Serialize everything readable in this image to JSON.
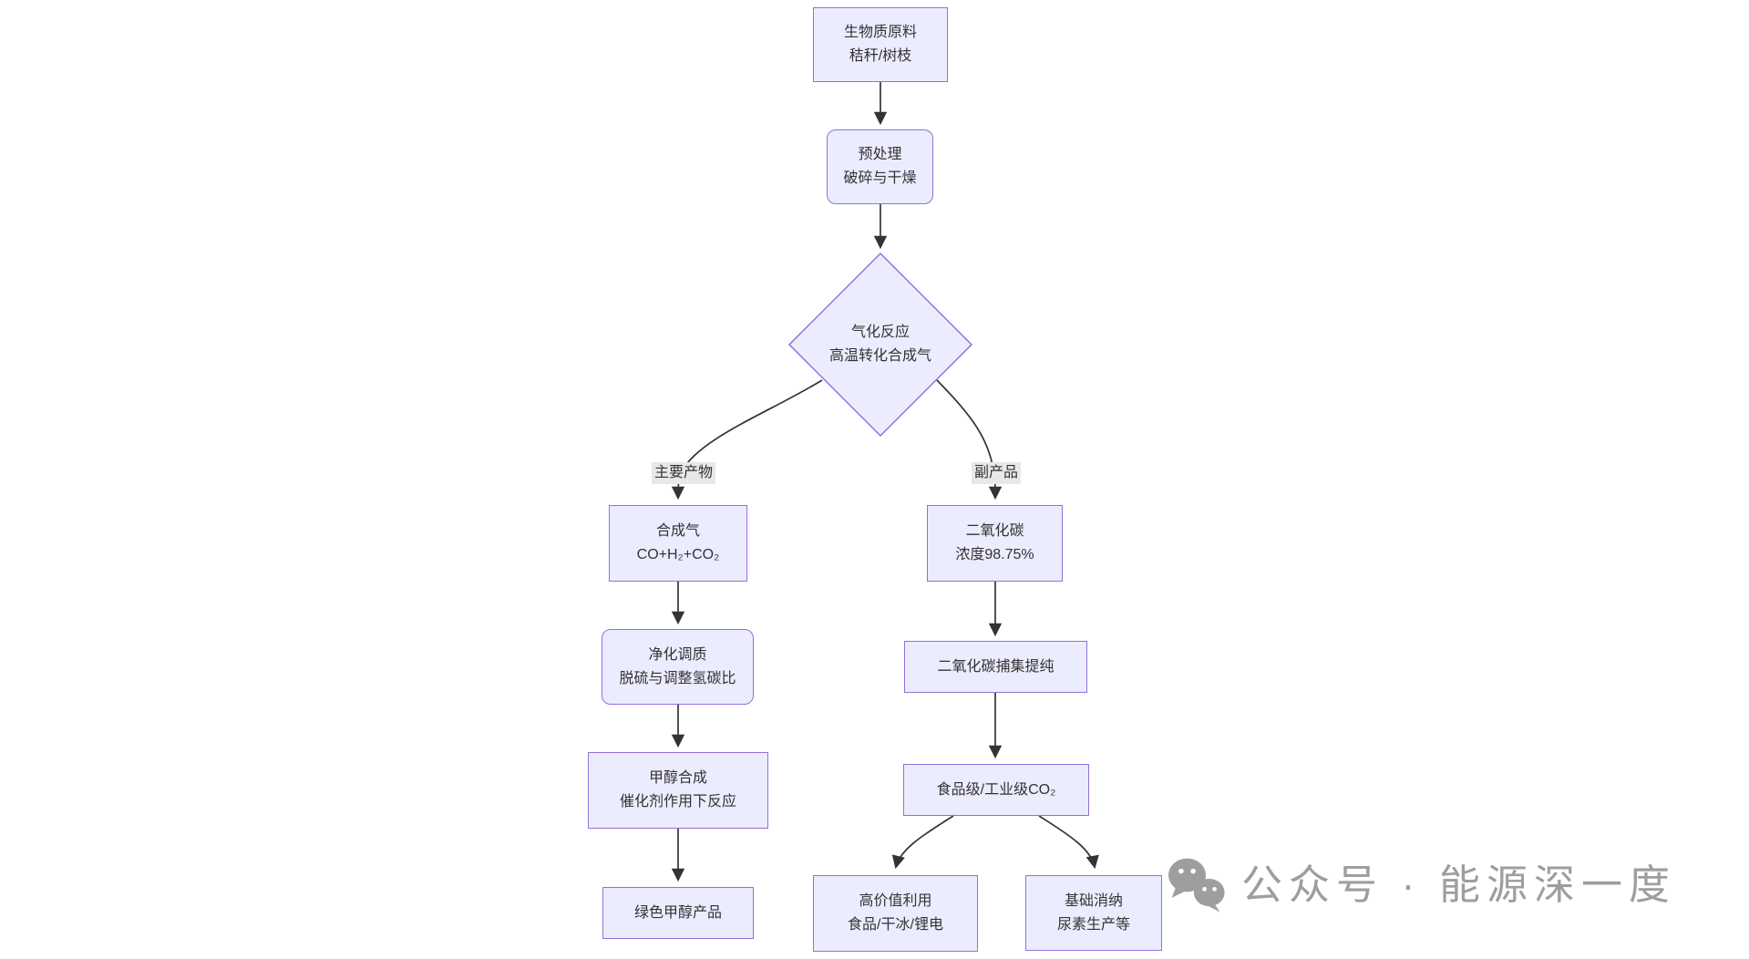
{
  "diagram": {
    "nodes": {
      "biomass": {
        "line1": "生物质原料",
        "line2": "秸秆/树枝"
      },
      "pretreatment": {
        "line1": "预处理",
        "line2": "破碎与干燥"
      },
      "gasification": {
        "line1": "气化反应",
        "line2": "高温转化合成气"
      },
      "syngas": {
        "line1": "合成气",
        "line2": "CO+H₂+CO₂"
      },
      "carbon_dioxide": {
        "line1": "二氧化碳",
        "line2": "浓度98.75%"
      },
      "purification": {
        "line1": "净化调质",
        "line2": "脱硫与调整氢碳比"
      },
      "co2_capture": {
        "line1": "二氧化碳捕集提纯"
      },
      "methanol_synthesis": {
        "line1": "甲醇合成",
        "line2": "催化剂作用下反应"
      },
      "co2_grades": {
        "line1": "食品级/工业级CO₂"
      },
      "green_methanol": {
        "line1": "绿色甲醇产品"
      },
      "high_value_use": {
        "line1": "高价值利用",
        "line2": "食品/干冰/锂电"
      },
      "basic_use": {
        "line1": "基础消纳",
        "line2": "尿素生产等"
      }
    },
    "edge_labels": {
      "main_product": "主要产物",
      "byproduct": "副产品"
    },
    "colors": {
      "node_fill": "#ECECFF",
      "node_border": "#9370DB",
      "edge_line": "#333333",
      "edge_label_bg": "#e8e8e8",
      "text": "#333333",
      "watermark": "#9E9E9E"
    }
  },
  "watermark": {
    "icon": "wechat-icon",
    "text": "公众号 · 能源深一度"
  }
}
